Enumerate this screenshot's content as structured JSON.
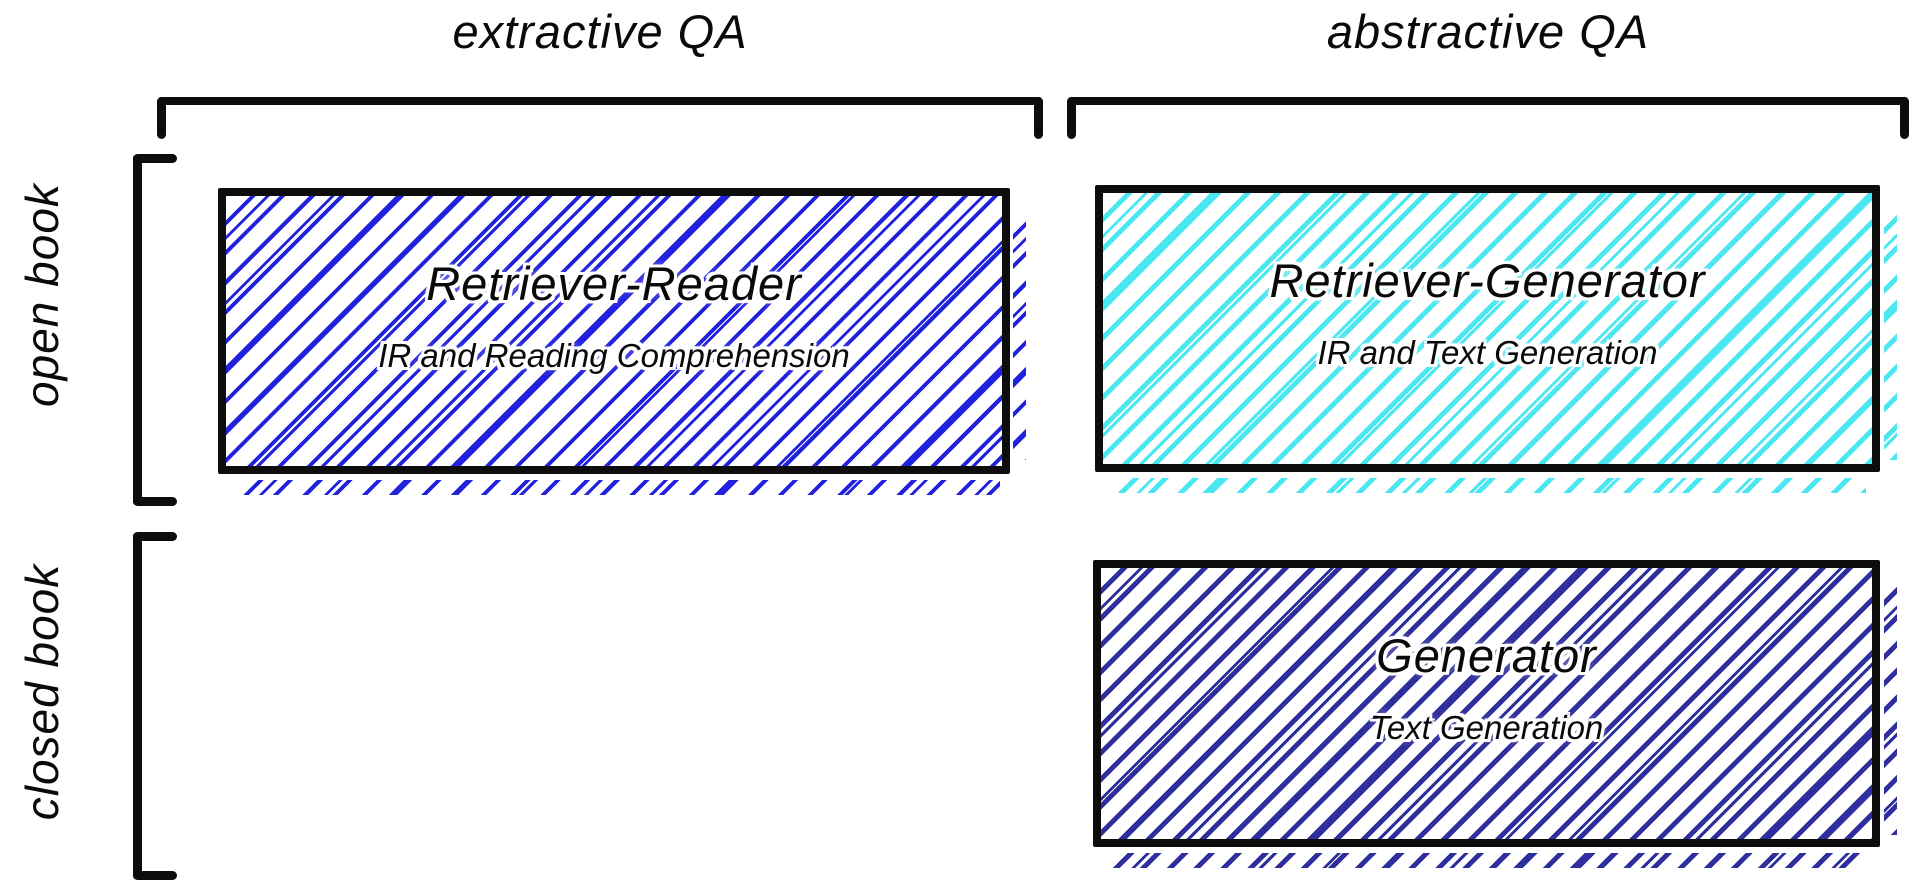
{
  "diagram": {
    "columns": [
      {
        "id": "extractive-qa",
        "label": "extractive QA"
      },
      {
        "id": "abstractive-qa",
        "label": "abstractive QA"
      }
    ],
    "rows": [
      {
        "id": "open-book",
        "label": "open book"
      },
      {
        "id": "closed-book",
        "label": "closed book"
      }
    ],
    "cells": [
      {
        "row": "open book",
        "column": "extractive QA",
        "title": "Retriever-Reader",
        "subtitle": "IR and Reading Comprehension",
        "hatch_color": "#2121de"
      },
      {
        "row": "open book",
        "column": "abstractive QA",
        "title": "Retriever-Generator",
        "subtitle": "IR and Text Generation",
        "hatch_color": "#4ae6f1"
      },
      {
        "row": "closed book",
        "column": "abstractive QA",
        "title": "Generator",
        "subtitle": "Text Generation",
        "hatch_color": "#2e2e9c"
      }
    ],
    "empty_cells": [
      {
        "row": "closed book",
        "column": "extractive QA"
      }
    ],
    "colors": {
      "stroke": "#0d0d0d",
      "blue_hatch": "#2121de",
      "cyan_hatch": "#4ae6f1",
      "navy_hatch": "#2e2e9c",
      "background": "#ffffff",
      "text": "#0a0a0a"
    }
  }
}
